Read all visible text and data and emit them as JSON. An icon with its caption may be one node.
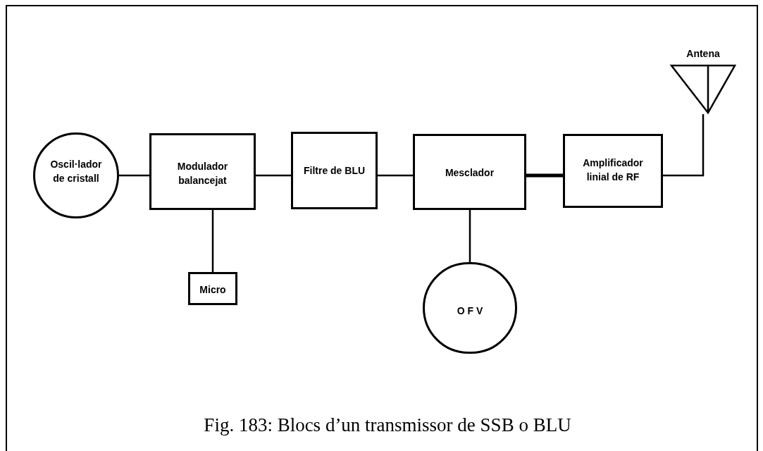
{
  "diagram": {
    "caption": "Fig. 183: Blocs d’un transmissor de SSB o BLU",
    "nodes": [
      {
        "text": [
          "Oscil·lador de cristall"
        ]
      },
      {
        "text": [
          "Modulador balancejat"
        ]
      },
      {
        "text": [
          "Filtre de BLU"
        ]
      },
      {
        "text": [
          "Mesclador"
        ]
      },
      {
        "text": [
          "Amplificador linial de RF"
        ]
      },
      {
        "text": [
          "Antena"
        ]
      },
      {
        "text": [
          "Micro"
        ]
      },
      {
        "text": [
          "O F V"
        ]
      }
    ],
    "edges": [
      {
        "from": 0,
        "to": 1,
        "arrow": "none"
      },
      {
        "from": 1,
        "to": 2,
        "arrow": "none"
      },
      {
        "from": 2,
        "to": 3,
        "arrow": "none"
      },
      {
        "from": 3,
        "to": 4,
        "arrow": "none",
        "style": "thick"
      },
      {
        "from": 4,
        "to": 5,
        "arrow": "none"
      },
      {
        "from": 1,
        "to": 6,
        "arrow": "none"
      },
      {
        "from": 3,
        "to": 7,
        "arrow": "none"
      }
    ]
  }
}
